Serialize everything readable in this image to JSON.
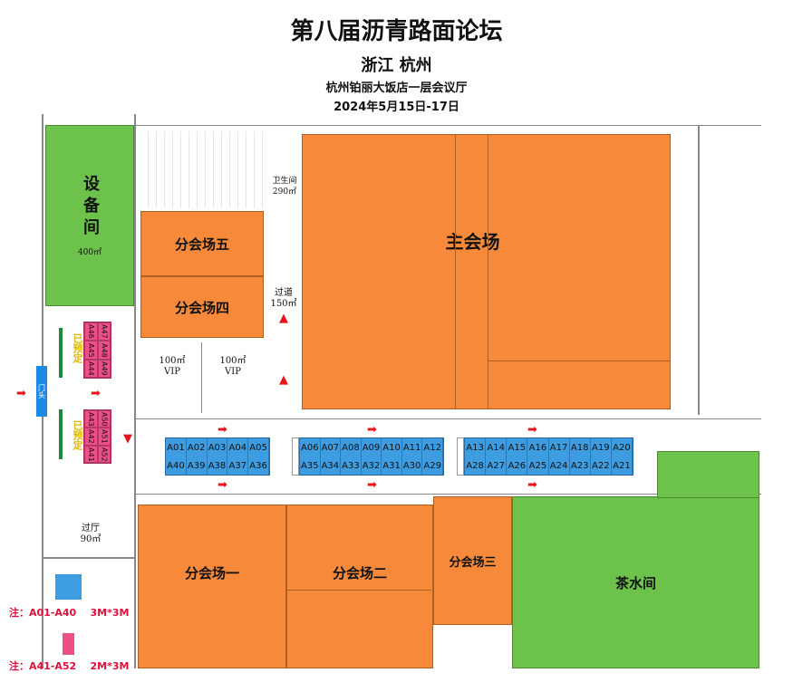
{
  "header": {
    "title": "第八届沥青路面论坛",
    "location": "浙江   杭州",
    "venue": "杭州铂丽大饭店一层会议厅",
    "dates": "2024年5月15日-17日"
  },
  "rooms": {
    "equipment": {
      "label": "设备间",
      "area": "400㎡"
    },
    "restroom": {
      "label": "卫生间",
      "area": "290㎡"
    },
    "corridor": {
      "label": "过道",
      "area": "150㎡"
    },
    "lobby": {
      "label": "过厅",
      "area": "90㎡"
    },
    "main_hall": "主会场",
    "sub5": "分会场五",
    "sub4": "分会场四",
    "sub1": "分会场一",
    "sub2": "分会场二",
    "sub3": "分会场三",
    "tea_room": "茶水间",
    "vip1": {
      "area": "100㎡",
      "label": "VIP"
    },
    "vip2": {
      "area": "100㎡",
      "label": "VIP"
    },
    "entrance": "门头"
  },
  "booths": {
    "block1": {
      "top": [
        "A01",
        "A02",
        "A03",
        "A04",
        "A05"
      ],
      "bottom": [
        "A40",
        "A39",
        "A38",
        "A37",
        "A36"
      ]
    },
    "block2": {
      "top": [
        "A06",
        "A07",
        "A08",
        "A09",
        "A10",
        "A11",
        "A12"
      ],
      "bottom": [
        "A35",
        "A34",
        "A33",
        "A32",
        "A31",
        "A30",
        "A29"
      ]
    },
    "block3": {
      "top": [
        "A13",
        "A14",
        "A15",
        "A16",
        "A17",
        "A18",
        "A19",
        "A20"
      ],
      "bottom": [
        "A28",
        "A27",
        "A26",
        "A25",
        "A24",
        "A23",
        "A22",
        "A21"
      ]
    },
    "pink_top": {
      "left": [
        "A46",
        "A45",
        "A44"
      ],
      "right": [
        "A47",
        "A48",
        "A49"
      ],
      "status": "已预定"
    },
    "pink_bottom": {
      "left": [
        "A43",
        "A42",
        "A41"
      ],
      "right": [
        "A50",
        "A51",
        "A52"
      ],
      "status": "已预定"
    }
  },
  "legend": [
    {
      "text": "注：A01-A40    3M*3M",
      "color": "#3e9de0"
    },
    {
      "text": "注：A41-A52    2M*3M",
      "color": "#ee4f86"
    }
  ]
}
